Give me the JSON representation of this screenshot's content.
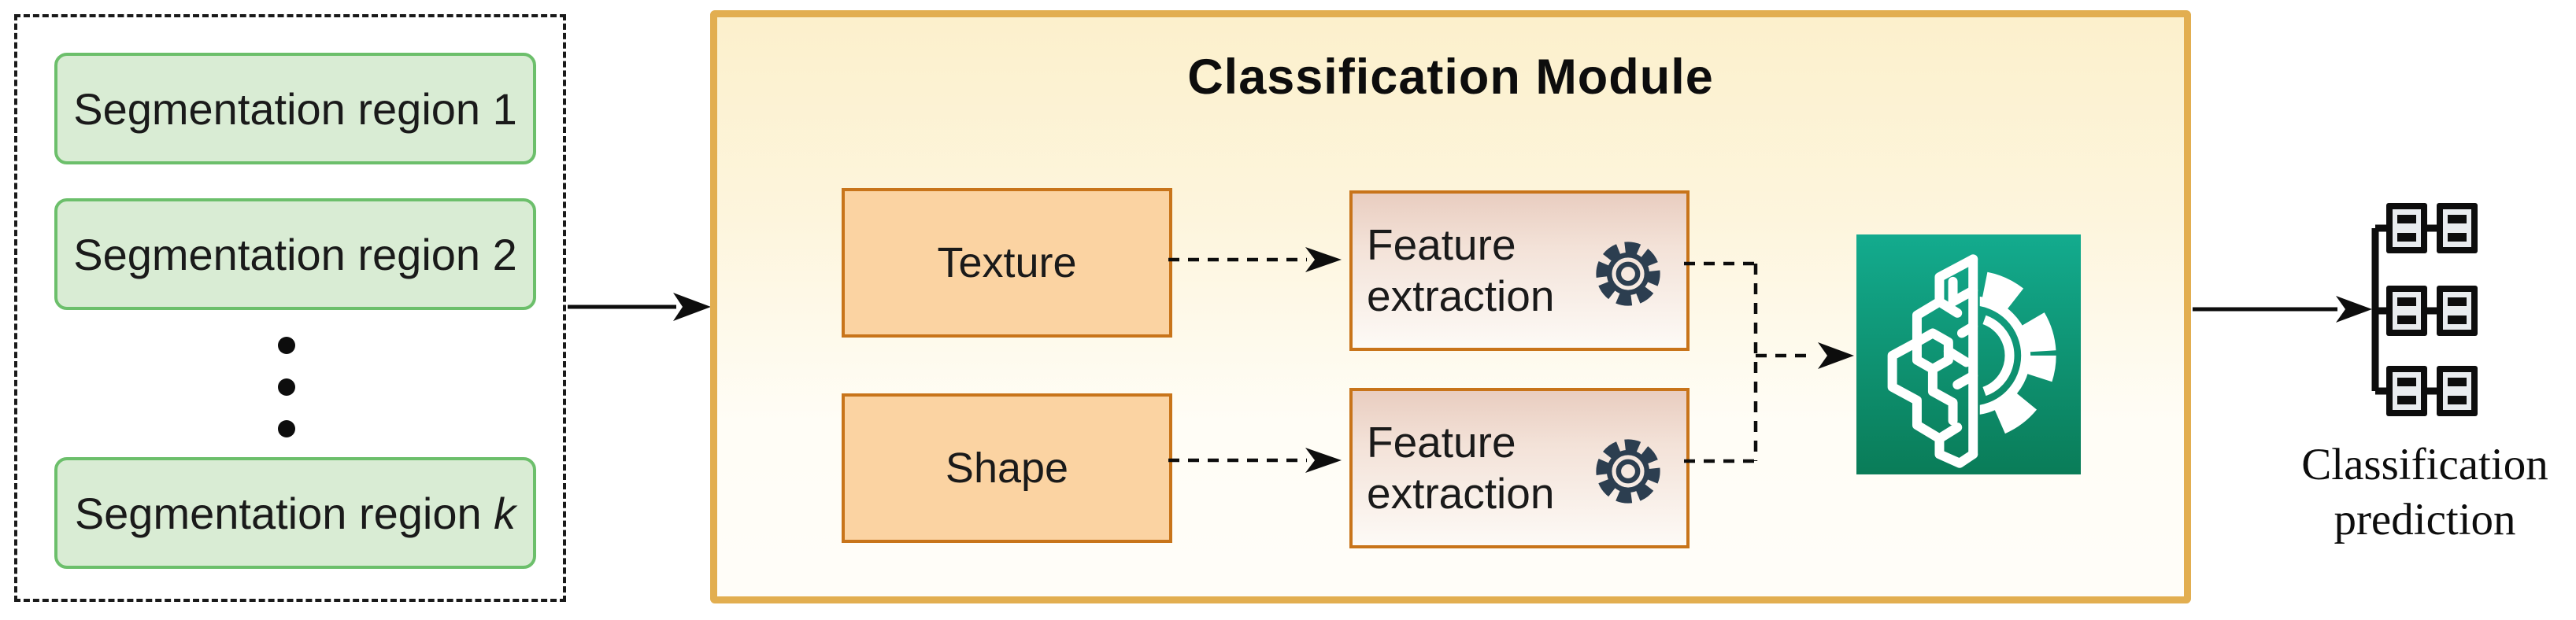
{
  "diagram": {
    "input_panel": {
      "region_1": "Segmentation region 1",
      "region_2": "Segmentation region 2",
      "region_k_prefix": "Segmentation region ",
      "region_k_var": "k"
    },
    "module": {
      "title": "Classification Module",
      "texture": "Texture",
      "shape": "Shape",
      "feature_extraction": "Feature extraction"
    },
    "output": {
      "line1": "Classification",
      "line2": "prediction"
    },
    "icons": {
      "gear": "gear-icon",
      "brain_gear": "brain-gear-icon",
      "prediction_network": "prediction-network-icon"
    },
    "colors": {
      "green_fill": "#d9ecd4",
      "green_border": "#6cbf6b",
      "module_fill_top": "#fcf0cc",
      "module_border": "#e2ae50",
      "orange_fill": "#fbd3a2",
      "orange_border": "#c8741a",
      "fe_fill_top": "#e9cdc0",
      "teal_top": "#13ab8e",
      "teal_bottom": "#0a7c58",
      "gear_stroke": "#2c3e50",
      "line_color": "#0d0d0d"
    }
  }
}
